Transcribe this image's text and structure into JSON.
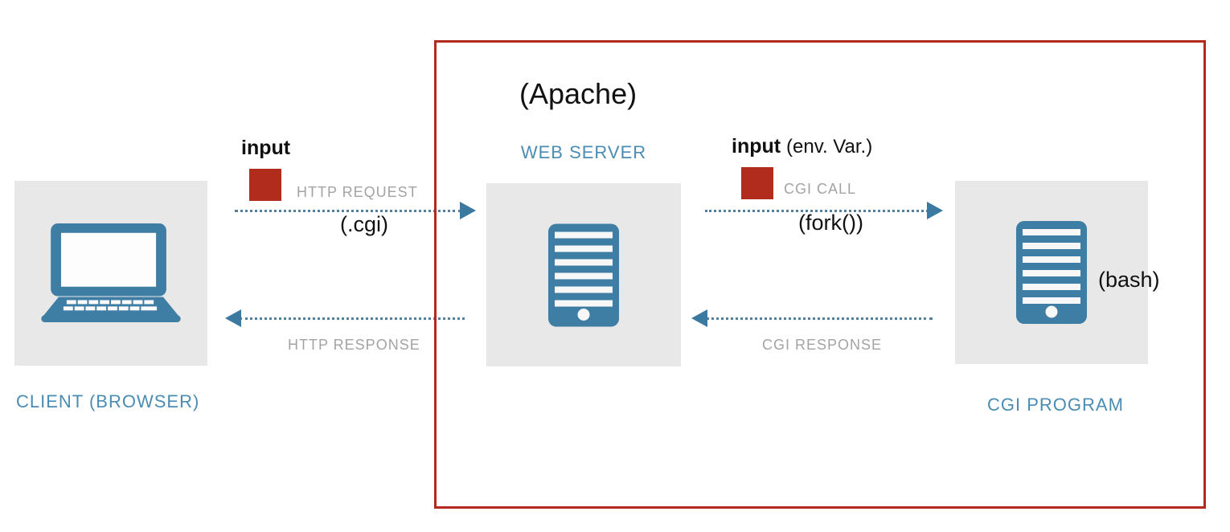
{
  "annotations": {
    "apache": "(Apache)",
    "bash": "(bash)"
  },
  "nodes": {
    "client": {
      "label": "CLIENT (BROWSER)",
      "icon": "laptop-icon"
    },
    "web_server": {
      "label": "WEB SERVER",
      "icon": "server-icon"
    },
    "cgi_program": {
      "label": "CGI PROGRAM",
      "icon": "server-icon"
    }
  },
  "flows": {
    "http_request": {
      "label": "HTTP REQUEST",
      "annotation": "(.cgi)",
      "input": "input",
      "direction": "client-to-web-server"
    },
    "cgi_call": {
      "label": "CGI CALL",
      "annotation": "(fork())",
      "input": "input",
      "input_note": "(env. Var.)",
      "direction": "web-server-to-cgi-program"
    },
    "http_response": {
      "label": "HTTP RESPONSE",
      "direction": "web-server-to-client"
    },
    "cgi_response": {
      "label": "CGI RESPONSE",
      "direction": "cgi-program-to-web-server"
    }
  },
  "colors": {
    "icon_blue": "#3e7da4",
    "label_blue": "#4a8cb3",
    "flow_label_gray": "#a3a3a3",
    "node_box_gray": "#e9e8e8",
    "frame_red": "#b3281f",
    "input_square_red": "#b22c1e",
    "arrow_dot_blue": "#53809e",
    "arrowhead_blue": "#3b79a1"
  }
}
